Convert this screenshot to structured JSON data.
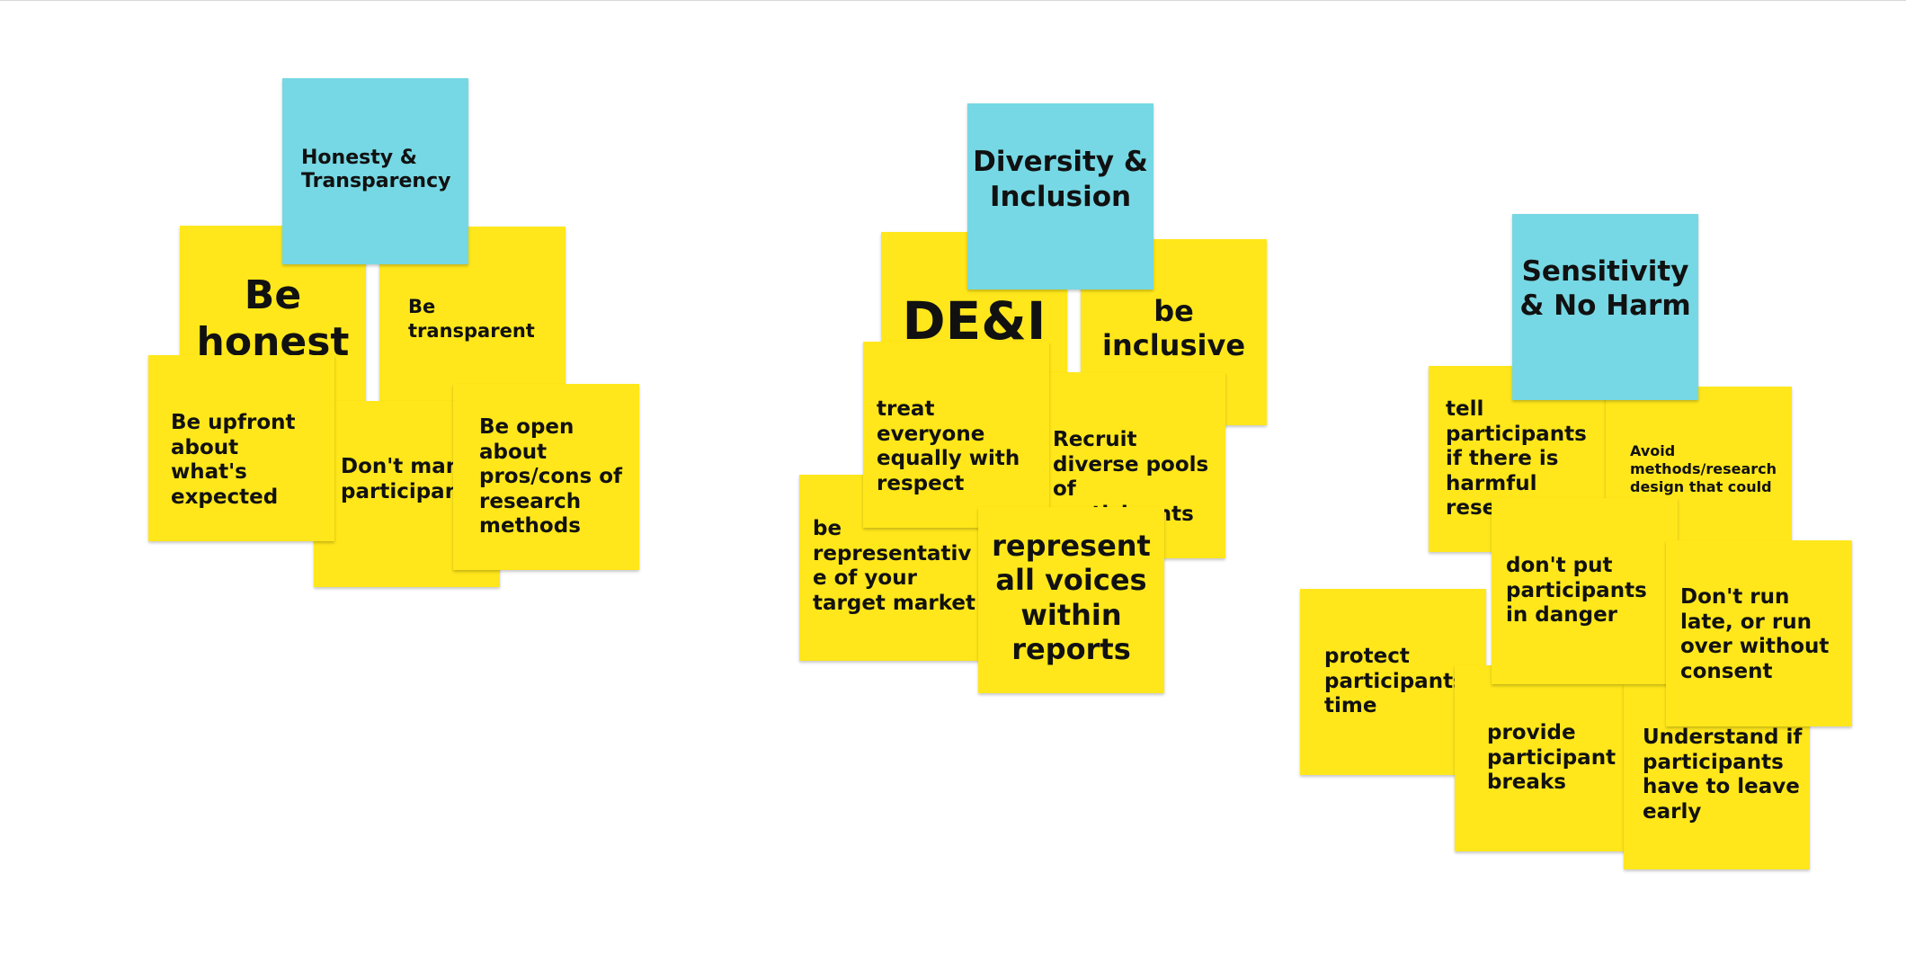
{
  "board": {
    "colors": {
      "sticky_yellow": "#FFE71B",
      "sticky_blue": "#76D8E4",
      "background": "#FFFFFF",
      "text": "#111111"
    },
    "clusters": [
      {
        "header": "Honesty & Transparency",
        "notes": [
          "Be honest",
          "Be transparent",
          "Don't manipulate participants",
          "Be upfront about what's expected",
          "Be open about pros/cons of research methods"
        ]
      },
      {
        "header": "Diversity & Inclusion",
        "notes": [
          "DE&I",
          "be inclusive",
          "Recruit diverse pools of participants",
          "treat everyone equally with respect",
          "be representative of your target market",
          "represent all voices within reports"
        ]
      },
      {
        "header": "Sensitivity & No Harm",
        "notes": [
          "tell participants if there is harmful research",
          "Avoid methods/research design that could",
          "don't put participants in danger",
          "Don't run late, or run over without consent",
          "protect participants' time",
          "provide participant breaks",
          "Understand if participants have to leave early"
        ]
      }
    ]
  }
}
